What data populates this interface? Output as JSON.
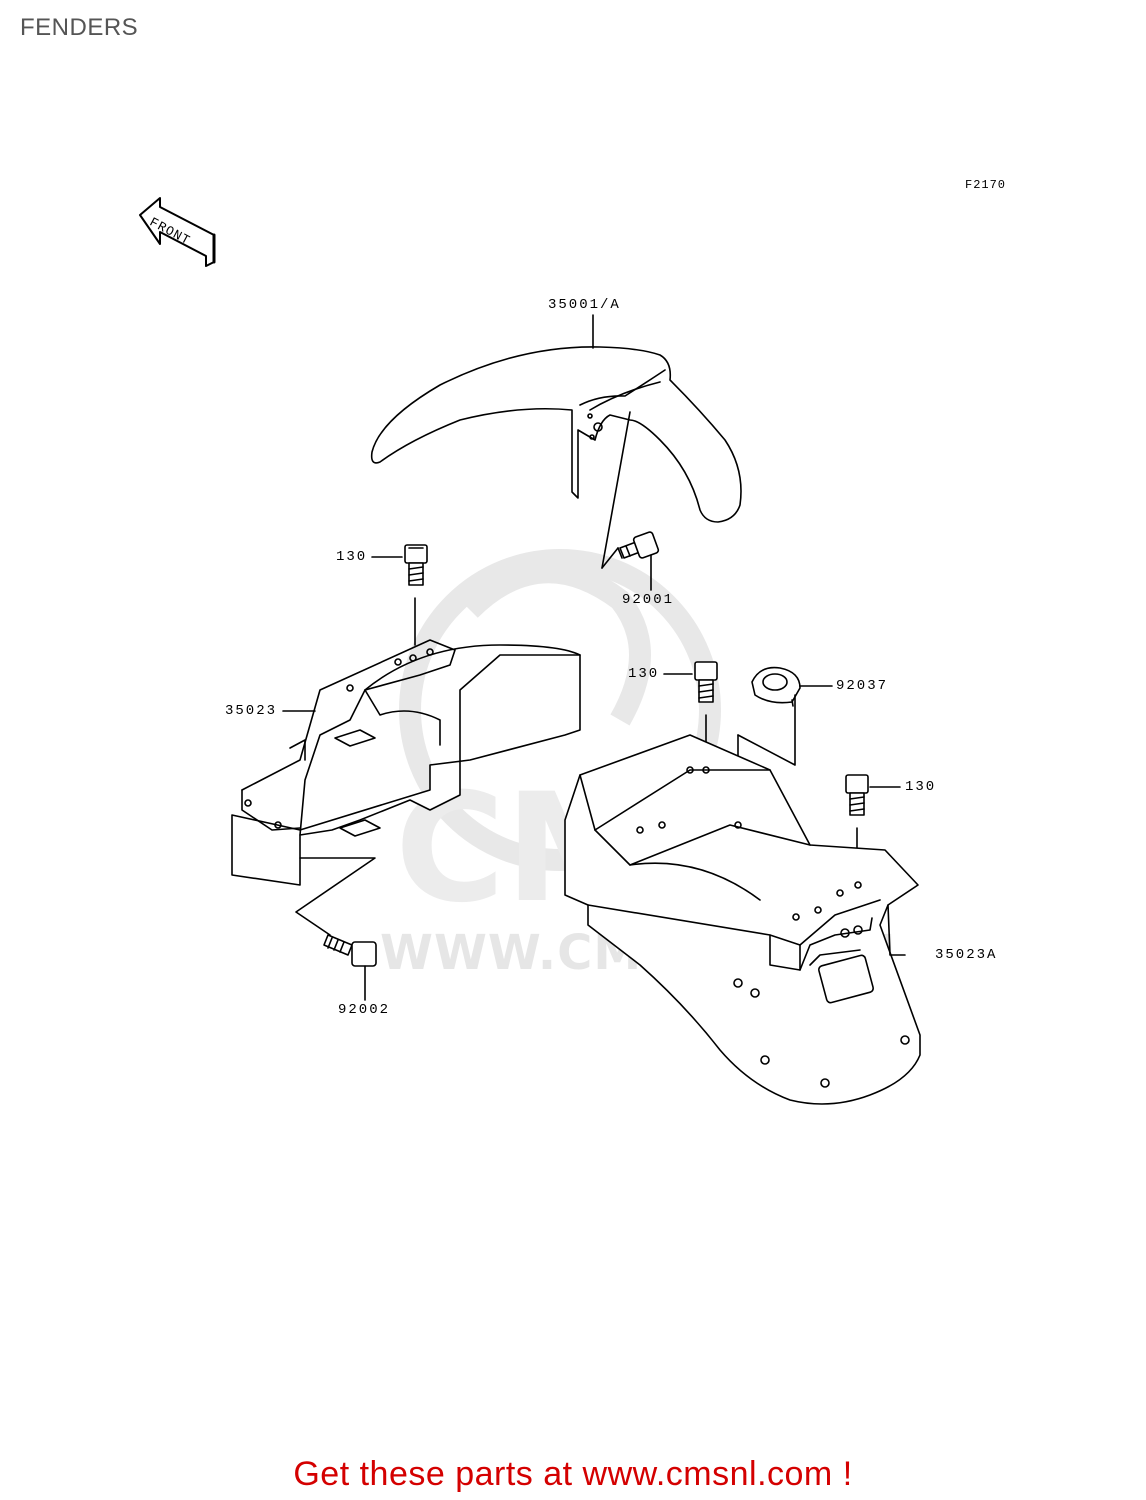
{
  "page": {
    "title": "FENDERS",
    "figure_code": "F2170"
  },
  "front_arrow": {
    "label": "FRONT"
  },
  "callouts": [
    {
      "id": "front-fender",
      "label": "35001/A"
    },
    {
      "id": "bolt-130-left",
      "label": "130"
    },
    {
      "id": "bolt-92001",
      "label": "92001"
    },
    {
      "id": "bolt-130-middle",
      "label": "130"
    },
    {
      "id": "clamp-92037",
      "label": "92037"
    },
    {
      "id": "inner-fender",
      "label": "35023"
    },
    {
      "id": "bolt-130-right",
      "label": "130"
    },
    {
      "id": "rear-fender",
      "label": "35023A"
    },
    {
      "id": "bolt-92002",
      "label": "92002"
    }
  ],
  "watermark": {
    "text": "WWW.CMSNL.COM",
    "logo": "CMS"
  },
  "footer": {
    "text": "Get these parts at www.cmsnl.com !",
    "color": "#d40000"
  }
}
